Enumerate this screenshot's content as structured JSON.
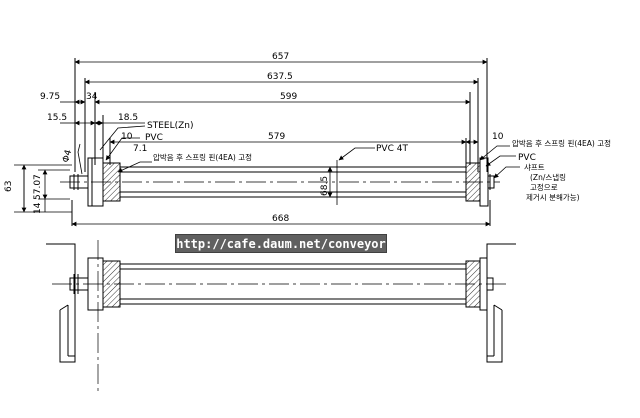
{
  "dimensions": {
    "d657": "657",
    "d637_5": "637.5",
    "d9_75": "9.75",
    "d34": "34",
    "d599": "599",
    "d15_5": "15.5",
    "d18_5": "18.5",
    "d579": "579",
    "d10_left": "10",
    "d7_1": "7.1",
    "d10_right": "10",
    "d63": "63",
    "d57_07": "57.07",
    "d14": "14",
    "d68_5": "68.5",
    "d668": "668",
    "phi4": "Φ4"
  },
  "labels": {
    "steel": "STEEL(Zn)",
    "pvc_left": "PVC",
    "fix_left": "압박음 후 스프링 핀(4EA) 고정",
    "pvc_tube": "PVC 4T",
    "fix_right": "압박음 후 스프링 핀(4EA) 고정",
    "pvc_right": "PVC",
    "shaft_line1": "샤프트",
    "shaft_line2": "(Zn/스냅링",
    "shaft_line3": "고정으로",
    "shaft_line4": "제거시 분해가능)"
  },
  "watermark": "http://cafe.daum.net/conveyor"
}
